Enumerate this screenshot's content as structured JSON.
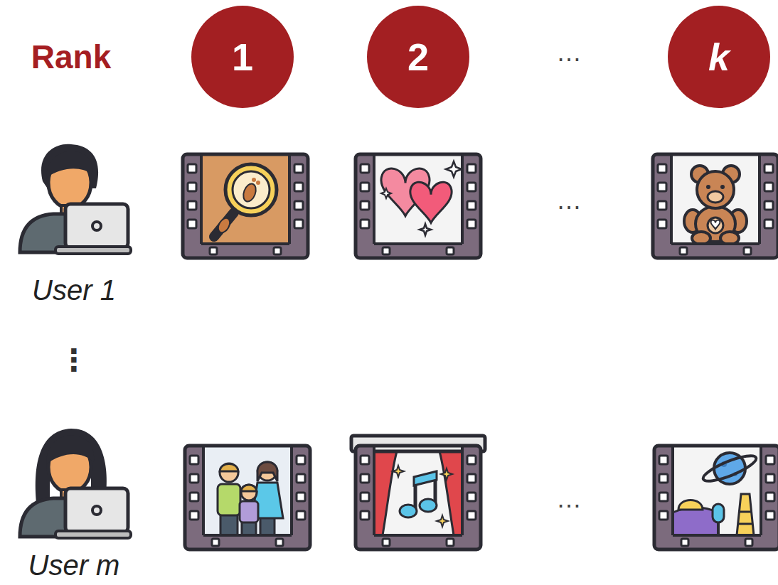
{
  "diagram": {
    "nodes": [
      {
        "text": [
          "1"
        ]
      },
      {
        "text": [
          "2"
        ]
      },
      {
        "text": [
          "k"
        ]
      }
    ],
    "labels": [
      "Rank",
      "…",
      "User 1",
      "…",
      "⋮",
      "User m",
      "…"
    ]
  }
}
